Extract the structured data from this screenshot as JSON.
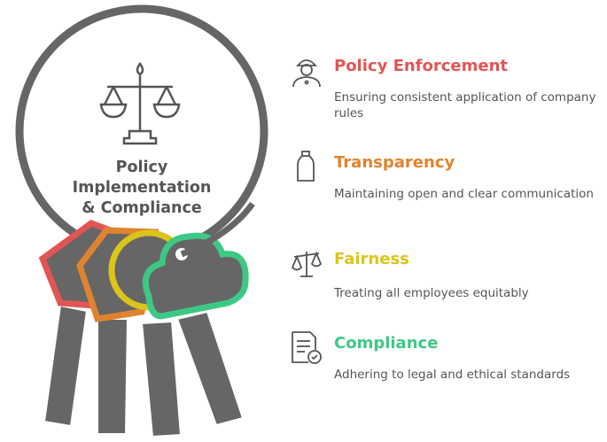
{
  "center": {
    "title": "Policy Implementation & Compliance"
  },
  "colors": {
    "gray": "#666666",
    "red": "#e25555",
    "orange": "#e0832f",
    "yellow": "#dcc51a",
    "green": "#3ec885"
  },
  "items": [
    {
      "title": "Policy Enforcement",
      "description": "Ensuring consistent application of company rules",
      "color": "#e25555",
      "icon": "police-officer-icon"
    },
    {
      "title": "Transparency",
      "description": "Maintaining open and clear communication",
      "color": "#e0832f",
      "icon": "bottle-icon"
    },
    {
      "title": "Fairness",
      "description": "Treating all employees equitably",
      "color": "#dcc51a",
      "icon": "scales-icon"
    },
    {
      "title": "Compliance",
      "description": "Adhering to legal and ethical standards",
      "color": "#3ec885",
      "icon": "document-check-icon"
    }
  ]
}
